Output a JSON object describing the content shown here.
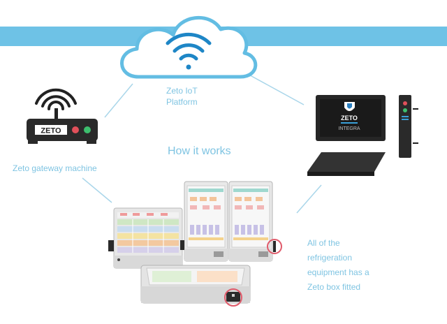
{
  "cloud": {
    "title_line1": "Zeto IoT",
    "title_line2": "Platform",
    "icon": "wifi-icon"
  },
  "title": "How it works",
  "gateway": {
    "caption": "Zeto gateway machine",
    "brand": "ZETO",
    "icon": "router-icon"
  },
  "integra": {
    "brand": "ZETO",
    "sub": "INTEGRA",
    "icon": "monitor-icon"
  },
  "note": {
    "lines": [
      "All of the",
      "refrigeration",
      "equipment has a",
      "Zeto box fitted"
    ]
  },
  "colors": {
    "band": "#6ec2e6",
    "cloud_outline": "#63bde3",
    "wifi": "#1e86c6",
    "label": "#7fc4e2",
    "connector": "#a9d6ea",
    "highlight_ring": "#e05a6a",
    "led_red": "#e0505a",
    "led_green": "#3dbf6e"
  }
}
